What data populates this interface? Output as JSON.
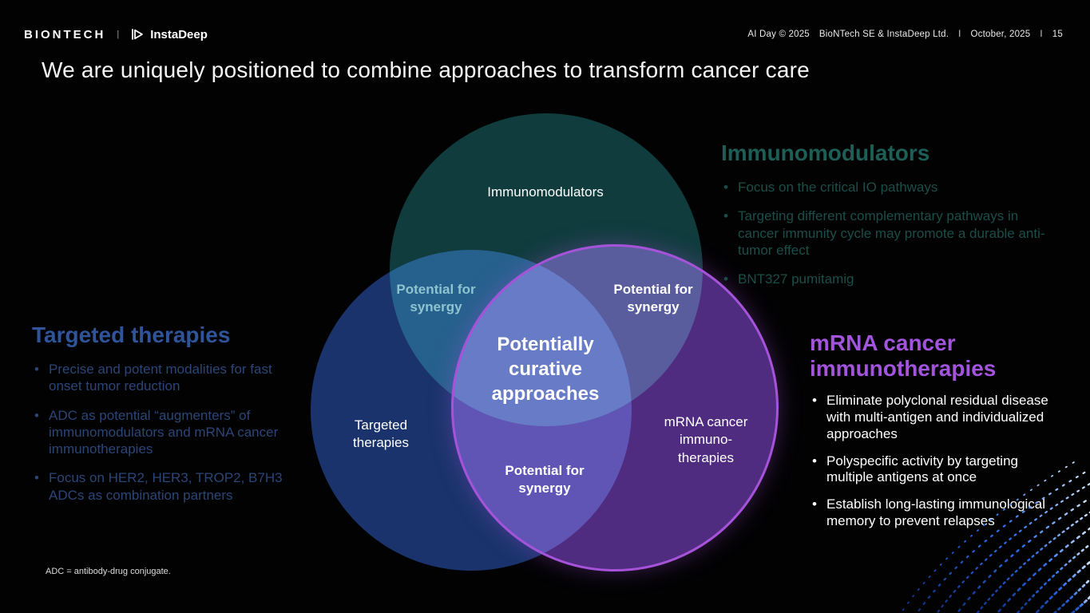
{
  "header": {
    "biontech_logo": "BIONTECH",
    "logo_divider": "|",
    "instadeep_logo": "InstaDeep",
    "event": "AI Day © 2025",
    "company": "BioNTech SE & InstaDeep Ltd.",
    "divider": "I",
    "date": "October, 2025",
    "page_number": "15"
  },
  "slide": {
    "title": "We are uniquely positioned to combine approaches to transform cancer care",
    "footnote": "ADC = antibody-drug conjugate."
  },
  "venn": {
    "top_circle_label": "Immunomodulators",
    "left_circle_label": "Targeted\ntherapies",
    "right_circle_label": "mRNA cancer\nimmuno-\ntherapies",
    "center_label": "Potentially\ncurative\napproaches",
    "synergy_left": "Potential for\nsynergy",
    "synergy_right": "Potential for\nsynergy",
    "synergy_bottom": "Potential for\nsynergy"
  },
  "panels": {
    "targeted": {
      "title": "Targeted therapies",
      "bullets": [
        "Precise and potent modalities for fast onset tumor reduction",
        "ADC as potential “augmenters” of immunomodulators and mRNA cancer immunotherapies",
        "Focus on HER2, HER3, TROP2, B7H3 ADCs as combination partners"
      ]
    },
    "immunomodulators": {
      "title": "Immunomodulators",
      "bullets": [
        "Focus on the critical IO pathways",
        "Targeting different complementary pathways in cancer immunity cycle may promote a durable anti-tumor effect",
        "BNT327 pumitamig"
      ]
    },
    "mrna": {
      "title": "mRNA cancer immunotherapies",
      "bullets": [
        "Eliminate polyclonal residual disease with multi-antigen and individualized approaches",
        "Polyspecific activity by targeting multiple antigens at once",
        "Establish long-lasting immunological memory to prevent relapses"
      ]
    }
  },
  "colors": {
    "background": "#020203",
    "teal_circle": "#0e3a3b",
    "blue_circle": "#18316a",
    "purple_circle": "#4e2a7e",
    "purple_ring": "#a653da",
    "teal_heading": "#1d5f57",
    "blue_heading": "#30549a",
    "purple_heading": "#a254dc",
    "synergy_teal_text": "#8fc3cf",
    "particle_blue": "#2e6fe8"
  }
}
